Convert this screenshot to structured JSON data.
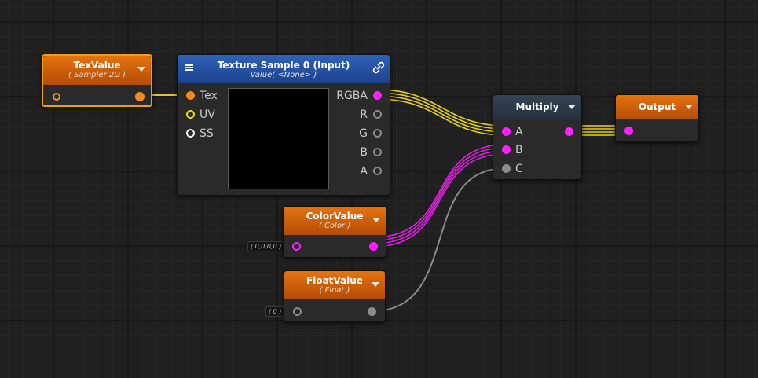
{
  "colors": {
    "sampler": "#f58a1f",
    "vector2": "#e6e000",
    "color": "#ff20ff",
    "float": "#8c8c8c",
    "white": "#f0f0f0"
  },
  "nodes": {
    "tex_value": {
      "title": "TexValue",
      "subtitle": "( Sampler 2D )"
    },
    "texture_sample": {
      "title": "Texture Sample 0 (Input)",
      "subtitle": "Value( <None> )",
      "inputs": [
        "Tex",
        "UV",
        "SS"
      ],
      "outputs": [
        "RGBA",
        "R",
        "G",
        "B",
        "A"
      ]
    },
    "color_value": {
      "title": "ColorValue",
      "subtitle": "( Color )",
      "default_value": "( 0,0,0,0 )"
    },
    "float_value": {
      "title": "FloatValue",
      "subtitle": "( Float )",
      "default_value": "( 0 )"
    },
    "multiply": {
      "title": "Multiply",
      "inputs": [
        "A",
        "B",
        "C"
      ]
    },
    "output": {
      "title": "Output"
    }
  }
}
